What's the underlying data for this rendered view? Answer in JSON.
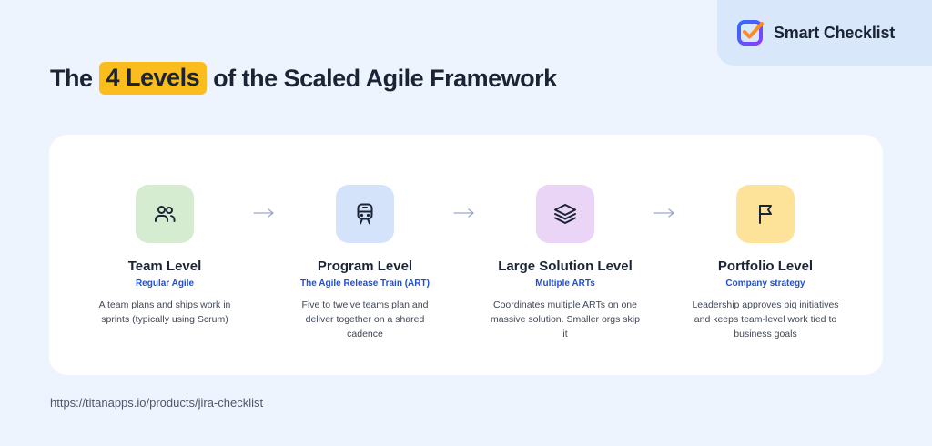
{
  "brand": {
    "name": "Smart Checklist",
    "logo_icon": "checkbox-check-icon"
  },
  "title": {
    "before": "The",
    "highlight": "4 Levels",
    "after": "of the Scaled Agile Framework",
    "highlight_color": "#fbbc1d"
  },
  "levels": [
    {
      "title": "Team Level",
      "subtitle": "Regular Agile",
      "description": "A team plans and ships work in sprints (typically using Scrum)",
      "icon": "team-icon",
      "color": "#d5ecd1"
    },
    {
      "title": "Program Level",
      "subtitle": "The Agile Release Train (ART)",
      "description": "Five to twelve teams plan and deliver together on a shared cadence",
      "icon": "train-icon",
      "color": "#d4e3fa"
    },
    {
      "title": "Large Solution Level",
      "subtitle": "Multiple ARTs",
      "description": "Coordinates multiple ARTs on one massive solution. Smaller orgs skip it",
      "icon": "layers-icon",
      "color": "#ead5f7"
    },
    {
      "title": "Portfolio Level",
      "subtitle": "Company strategy",
      "description": "Leadership approves big initiatives and keeps team-level work tied to business goals",
      "icon": "flag-icon",
      "color": "#fde39a"
    }
  ],
  "footer": {
    "url": "https://titanapps.io/products/jira-checklist"
  },
  "colors": {
    "background": "#eef4fd",
    "subtitle_blue": "#1d4fd8",
    "arrow": "#9aa6c6"
  }
}
